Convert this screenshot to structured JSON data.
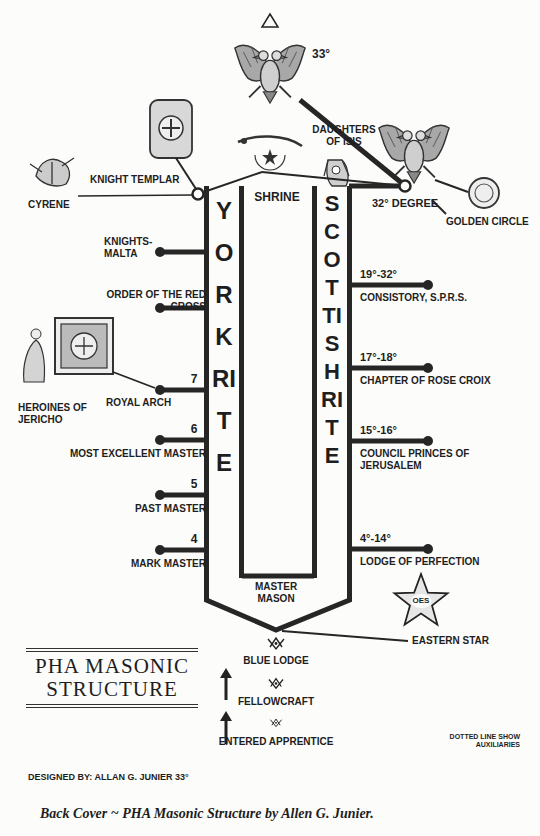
{
  "diagram": {
    "title": "PHA MASONIC STRUCTURE",
    "caption": "Back Cover ~ PHA Masonic Structure by Allen G. Junier.",
    "nodes": [
      {
        "text": [
          "YORK RITE"
        ]
      },
      {
        "text": [
          "SCOTTISH RITE"
        ]
      },
      {
        "text": [
          "OES"
        ]
      }
    ],
    "labels": [
      "33°",
      "DAUGHTERS OF ISIS",
      "SHRINE",
      "KNIGHT TEMPLAR",
      "CYRENE",
      "32° DEGREE",
      "GOLDEN CIRCLE",
      "KNIGHTS-MALTA",
      "ORDER OF THE RED CROSS",
      "7",
      "ROYAL ARCH",
      "HEROINES OF JERICHO",
      "6",
      "MOST EXCELLENT MASTER",
      "5",
      "PAST MASTER",
      "4",
      "MARK MASTER",
      "19°-32°",
      "CONSISTORY, S.P.R.S.",
      "17°-18°",
      "CHAPTER OF ROSE CROIX",
      "15°-16°",
      "COUNCIL PRINCES OF JERUSALEM",
      "4°-14°",
      "LODGE OF PERFECTION",
      "MASTER MASON",
      "EASTERN STAR",
      "BLUE LODGE",
      "FELLOWCRAFT",
      "ENTERED APPRENTICE",
      "DOTTED LINE SHOW AUXILIARIES",
      "DESIGNED BY: ALLAN G. JUNIER 33°"
    ]
  }
}
